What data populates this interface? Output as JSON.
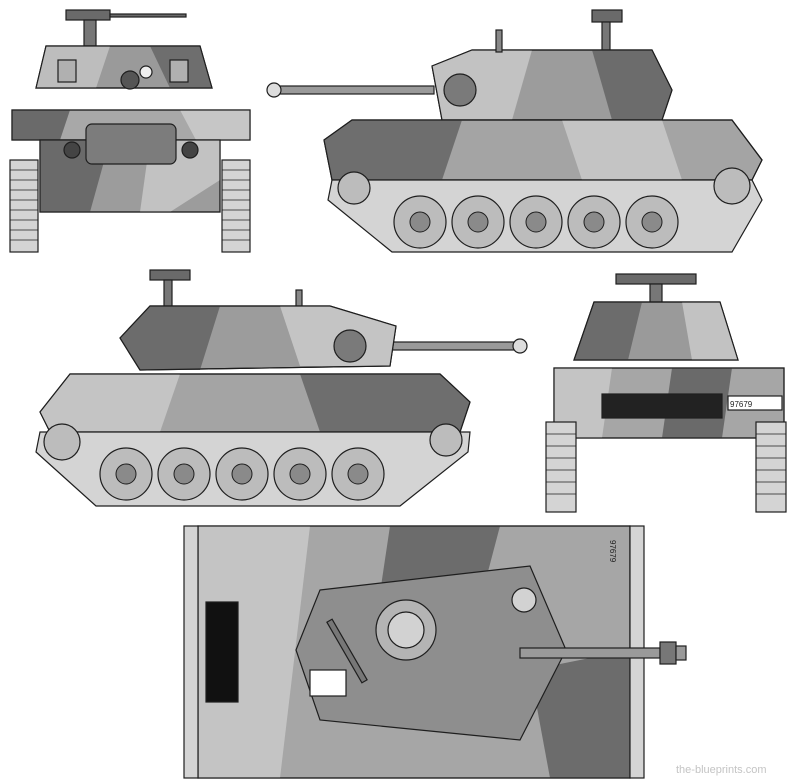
{
  "drawing": {
    "serial_number_side": "97679",
    "serial_number_top": "97679",
    "watermark": "the-blueprints.com"
  },
  "colors": {
    "paper": "#ffffff",
    "outline": "#1e1e1e",
    "camo_light": "#b8b8b8",
    "camo_mid": "#8c8c8c",
    "camo_dark": "#5e5e5e",
    "track": "#d4d4d4"
  },
  "views": [
    {
      "id": "front",
      "icon": "tank-front-view-icon"
    },
    {
      "id": "left-side",
      "icon": "tank-left-side-view-icon"
    },
    {
      "id": "right-side",
      "icon": "tank-right-side-view-icon"
    },
    {
      "id": "rear",
      "icon": "tank-rear-view-icon"
    },
    {
      "id": "top",
      "icon": "tank-top-view-icon"
    }
  ]
}
